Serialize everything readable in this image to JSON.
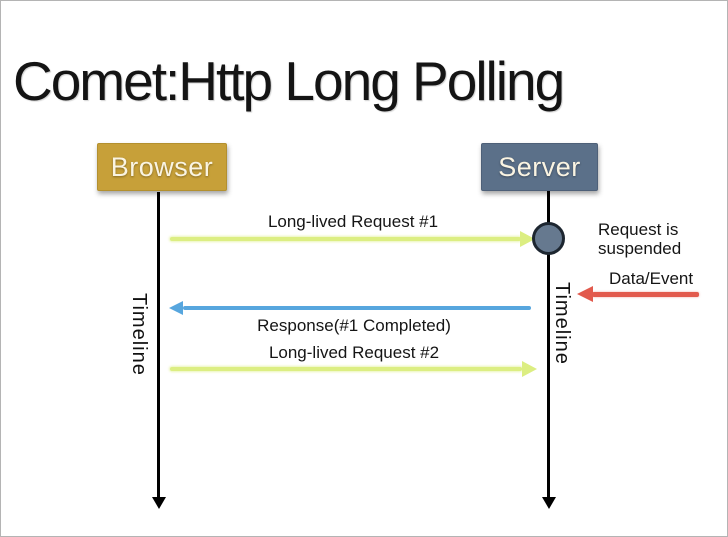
{
  "slide": {
    "title": "Comet:Http Long Polling",
    "background_color": "#ffffff",
    "border_color": "#b4b4b4"
  },
  "actors": {
    "browser": {
      "label": "Browser",
      "color": "#c7a039",
      "text_color": "#faf4e2"
    },
    "server": {
      "label": "Server",
      "color": "#5b7089",
      "text_color": "#faf4e2"
    }
  },
  "lifelines": {
    "left_label": "Timeline",
    "right_label": "Timeline",
    "line_color": "#000000"
  },
  "messages": {
    "request1": {
      "label": "Long-lived Request #1",
      "from": "browser",
      "to": "server",
      "color": "#dcee82"
    },
    "response1": {
      "label": "Response(#1 Completed)",
      "from": "server",
      "to": "browser",
      "color": "#57a6de"
    },
    "request2": {
      "label": "Long-lived Request #2",
      "from": "browser",
      "to": "server",
      "color": "#dcee82"
    }
  },
  "annotations": {
    "suspended_note": "Request is suspended",
    "suspend_marker_color": "#66798f",
    "data_event": {
      "label": "Data/Event",
      "arrow_color": "#e25a4d",
      "direction": "left"
    }
  }
}
